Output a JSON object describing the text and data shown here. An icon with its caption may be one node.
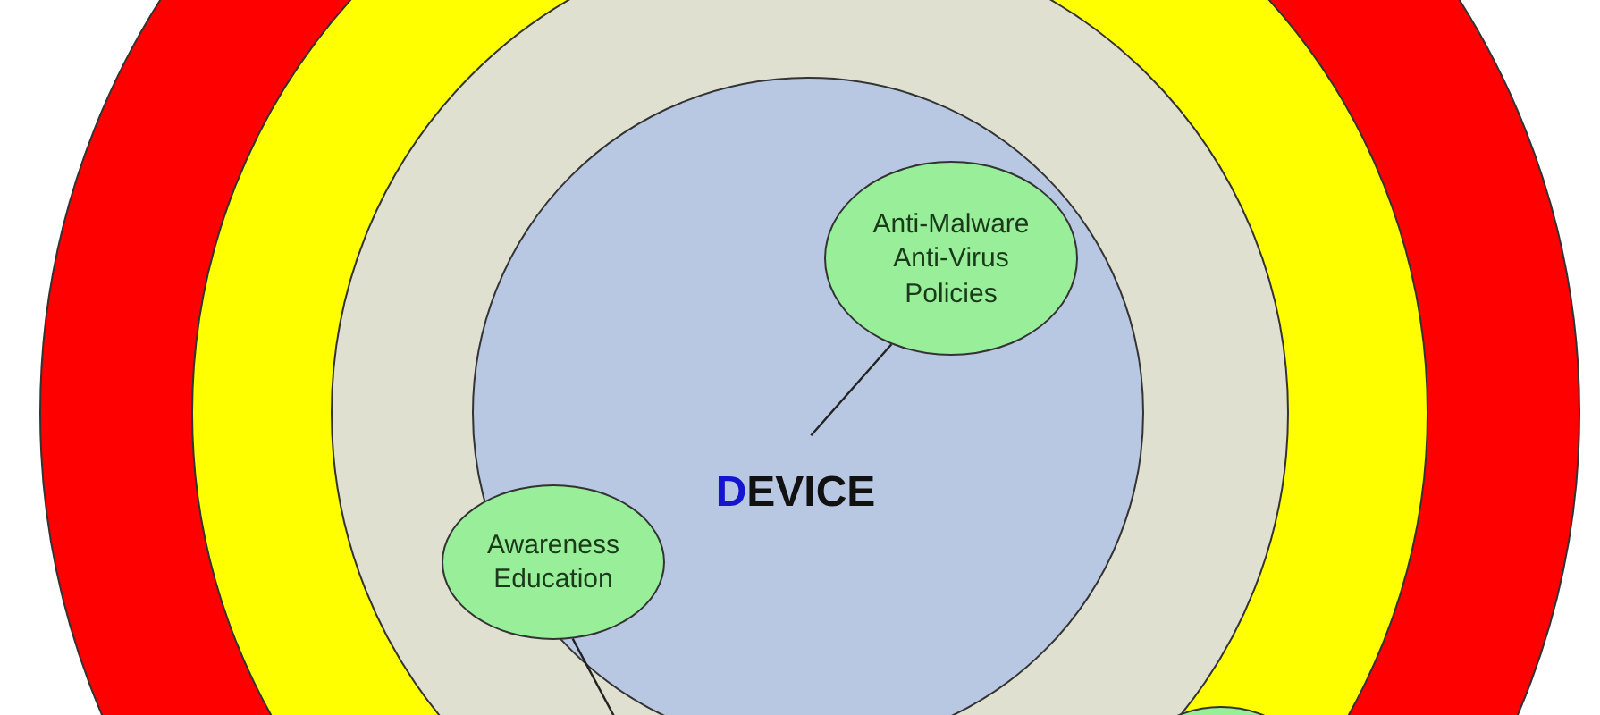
{
  "diagram": {
    "nodes": [
      {
        "text": [],
        "shape": "circle"
      },
      {
        "text": [],
        "shape": "circle",
        "in": 0
      },
      {
        "text": [],
        "shape": "circle",
        "in": 1
      },
      {
        "text": [
          "DEVICE"
        ],
        "in": 2
      },
      {
        "text": [
          "Anti-Malware Anti-Virus Policies"
        ],
        "in": 3
      },
      {
        "text": [
          "Awareness Education"
        ],
        "in": 2
      },
      {
        "text": [],
        "shape": "ellipse",
        "in": 1
      }
    ],
    "edges": [
      {
        "from": 4,
        "to": null,
        "arrow": "none"
      },
      {
        "from": 5,
        "to": null,
        "arrow": "none"
      }
    ]
  }
}
